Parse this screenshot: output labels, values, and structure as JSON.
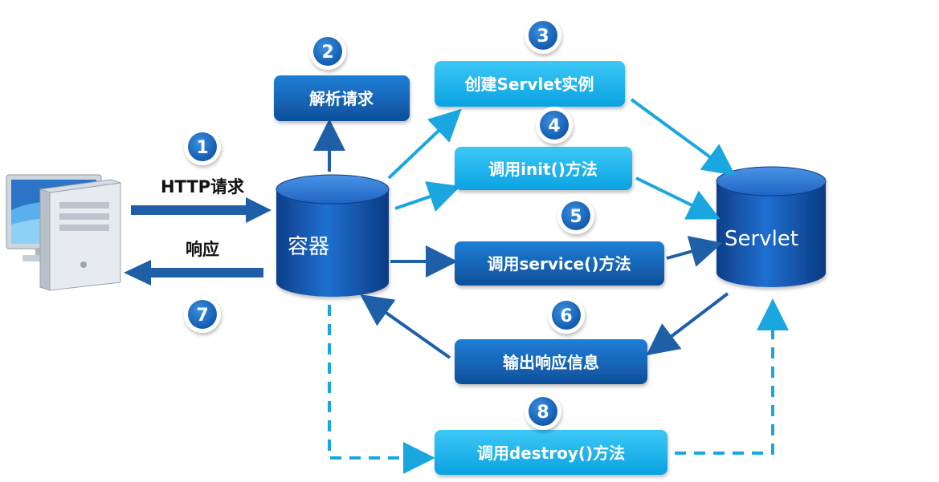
{
  "boxes": {
    "parse_request": "解析请求",
    "create_instance": "创建Servlet实例",
    "call_init": "调用init()方法",
    "call_service": "调用service()方法",
    "output_response": "输出响应信息",
    "call_destroy": "调用destroy()方法"
  },
  "steps": [
    "1",
    "2",
    "3",
    "4",
    "5",
    "6",
    "7",
    "8"
  ],
  "labels": {
    "http_request": "HTTP请求",
    "response": "响应"
  },
  "cylinders": {
    "container": "容器",
    "servlet": "Servlet"
  },
  "colors": {
    "dark_blue": "#1565b8",
    "light_blue": "#15b4ef",
    "badge_blue": "#1565b8",
    "arrow_dark": "#1f5fa8",
    "arrow_light": "#1aa7df"
  },
  "icons": [
    "computer-tower-icon",
    "monitor-icon"
  ]
}
